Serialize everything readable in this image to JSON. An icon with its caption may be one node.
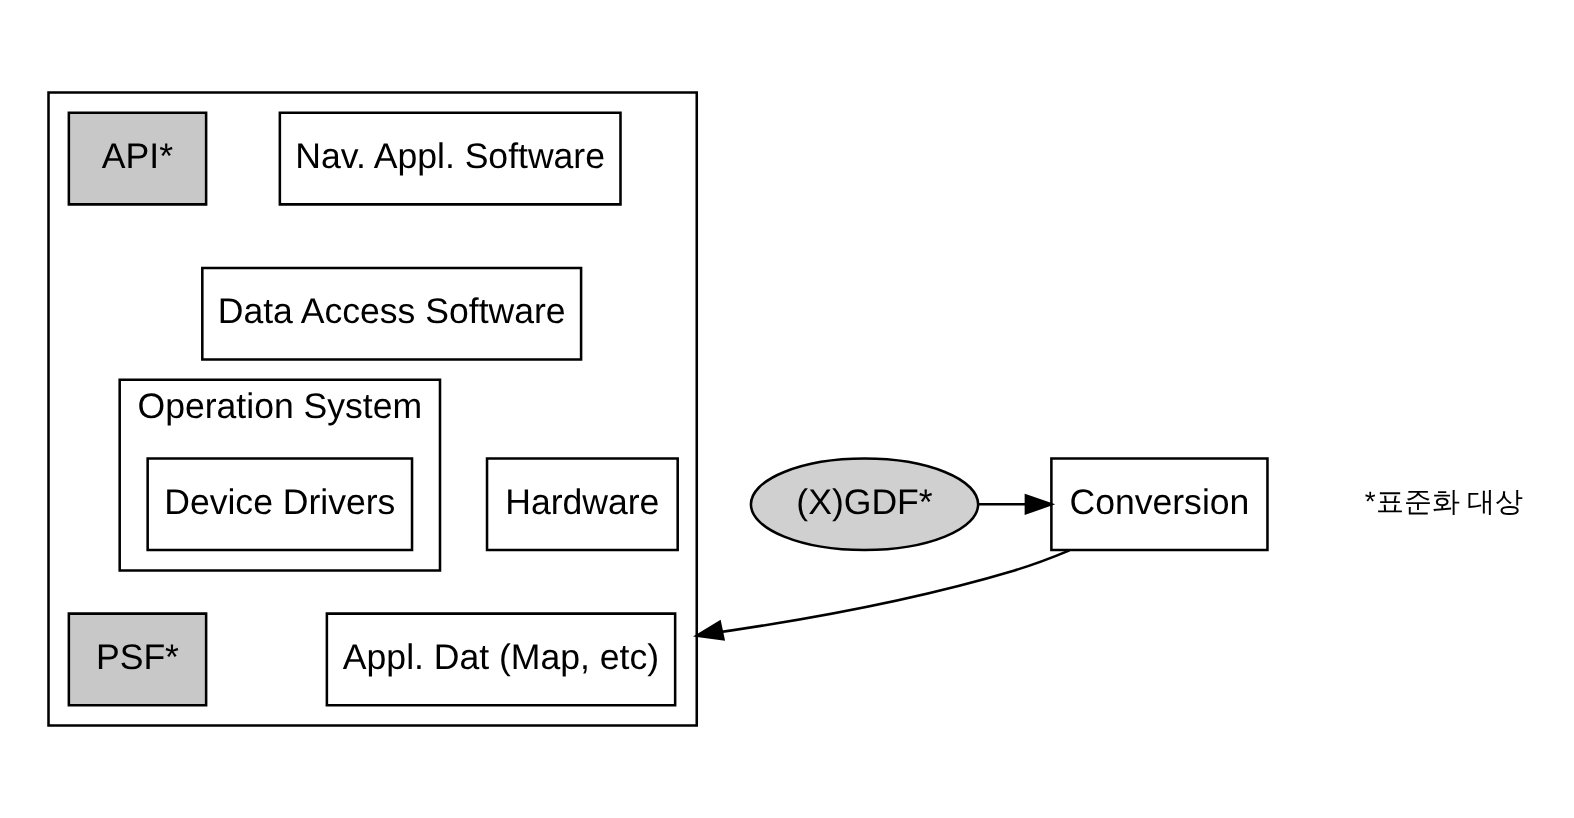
{
  "diagram": {
    "nodes": [
      {
        "text": [],
        "shape": "box"
      },
      {
        "text": [
          "Hardware"
        ],
        "in": 0
      },
      {
        "text": [
          "Operation System"
        ],
        "in": 0
      },
      {
        "text": [
          "Nav. Appl. Software"
        ],
        "in": 0
      },
      {
        "text": [
          "API*"
        ],
        "in": 0
      },
      {
        "text": [
          "Data Access Software"
        ],
        "in": 0
      },
      {
        "text": [
          "Device Drivers"
        ],
        "in": 2
      },
      {
        "text": [
          "PSF*"
        ],
        "in": 0
      },
      {
        "text": [
          "Appl. Dat (Map, etc)"
        ],
        "in": 0
      },
      {
        "text": [
          "(X)GDF*"
        ]
      },
      {
        "text": [
          "Conversion"
        ]
      }
    ],
    "edges": [
      {
        "from": 9,
        "to": 10,
        "arrow": "to"
      },
      {
        "from": 10,
        "to": 0,
        "arrow": "to"
      }
    ],
    "labels": [
      "*표준화 대상"
    ]
  }
}
